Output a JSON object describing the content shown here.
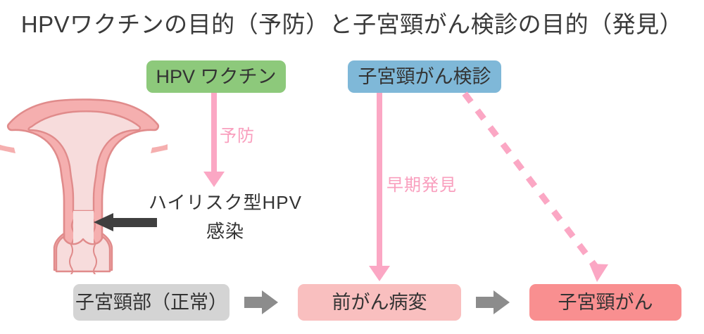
{
  "title": "HPVワクチンの目的（予防）と子宮頸がん検診の目的（発見）",
  "boxes": {
    "vaccine": {
      "label": "HPV ワクチン",
      "color": "#8DC97B"
    },
    "screening": {
      "label": "子宮頸がん検診",
      "color": "#7FB8D8"
    },
    "normal": {
      "label": "子宮頸部（正常）",
      "color": "#D4D4D4"
    },
    "precancer": {
      "label": "前がん病変",
      "color": "#F9BFBF"
    },
    "cancer": {
      "label": "子宮頸がん",
      "color": "#F98F90"
    }
  },
  "labels": {
    "prevention": "予防",
    "early_detection": "早期発見",
    "hpv_infection_line1": "ハイリスク型HPV",
    "hpv_infection_line2": "感染"
  },
  "colors": {
    "pink_arrow": "#FBA7C4",
    "pink_text": "#F99FBE",
    "gray_arrow": "#8C8C8C",
    "dark_arrow": "#3F3F3F",
    "title_text": "#3A3A3A",
    "uterus_wall": "#F5AFAF",
    "uterus_outline": "#E08B8B",
    "uterus_cavity": "#F7DCDC",
    "uterus_canal": "#F8E3E3"
  },
  "icons": {
    "uterus": "uterus-cross-section-illustration",
    "prevention_arrow": "down-arrow-icon",
    "early_detection_arrow": "down-arrow-icon",
    "dashed_arrow": "dashed-diagonal-arrow-icon",
    "progression_arrow": "right-arrow-icon",
    "infection_pointer": "left-arrow-icon"
  }
}
